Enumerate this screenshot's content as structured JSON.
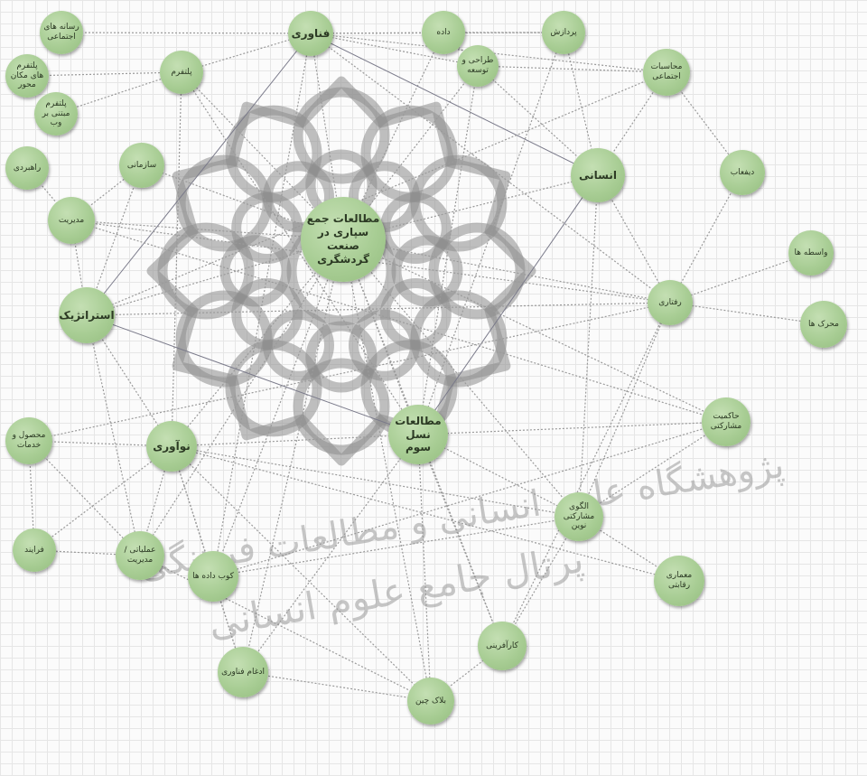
{
  "center": "مطالعات جمع سپاری در صنعت گردشگری",
  "nodes": [
    {
      "id": "tech",
      "label": "فناوری"
    },
    {
      "id": "data",
      "label": "داده"
    },
    {
      "id": "process",
      "label": "پردازش"
    },
    {
      "id": "media",
      "label": "رسانه های اجتماعی"
    },
    {
      "id": "locplat",
      "label": "پلتفرم های مکان محور"
    },
    {
      "id": "platform",
      "label": "پلتفرم"
    },
    {
      "id": "design",
      "label": "طراحی و توسعه"
    },
    {
      "id": "socialcomp",
      "label": "محاسبات اجتماعی"
    },
    {
      "id": "webplat",
      "label": "پلتفرم مبتنی بر وب"
    },
    {
      "id": "org",
      "label": "سازمانی"
    },
    {
      "id": "strategic",
      "label": "راهبردی"
    },
    {
      "id": "human",
      "label": "انسانی"
    },
    {
      "id": "incentive",
      "label": "دیفعاب"
    },
    {
      "id": "mgmt",
      "label": "مدیریت"
    },
    {
      "id": "intermed",
      "label": "واسطه ها"
    },
    {
      "id": "behavior",
      "label": "رفتاری"
    },
    {
      "id": "strategy",
      "label": "استراتژیک"
    },
    {
      "id": "drivers",
      "label": "محرک ها"
    },
    {
      "id": "gen3",
      "label": "مطالعات نسل سوم"
    },
    {
      "id": "governance",
      "label": "حاکمیت مشارکتی"
    },
    {
      "id": "products",
      "label": "محصول و خدمات"
    },
    {
      "id": "innovation",
      "label": "نوآوری"
    },
    {
      "id": "newmodel",
      "label": "الگوی مشارکتی نوین"
    },
    {
      "id": "process2",
      "label": "فرایند"
    },
    {
      "id": "opsmgmt",
      "label": "عملیاتی / مدیریت"
    },
    {
      "id": "cube",
      "label": "کوب داده ها"
    },
    {
      "id": "compet",
      "label": "معماری رقابتی"
    },
    {
      "id": "entre",
      "label": "کارآفرینی"
    },
    {
      "id": "integ",
      "label": "ادغام فناوری"
    },
    {
      "id": "block",
      "label": "بلاک چین"
    }
  ],
  "watermark": {
    "line1": "پژوهشگاه علوم انسانی و مطالعات فرهنگی",
    "line2": "پرتال جامع علوم انسانی"
  },
  "colors": {
    "node": "#a8cd94",
    "edge": "#8a8a8a",
    "grid": "#e6e6e6"
  }
}
